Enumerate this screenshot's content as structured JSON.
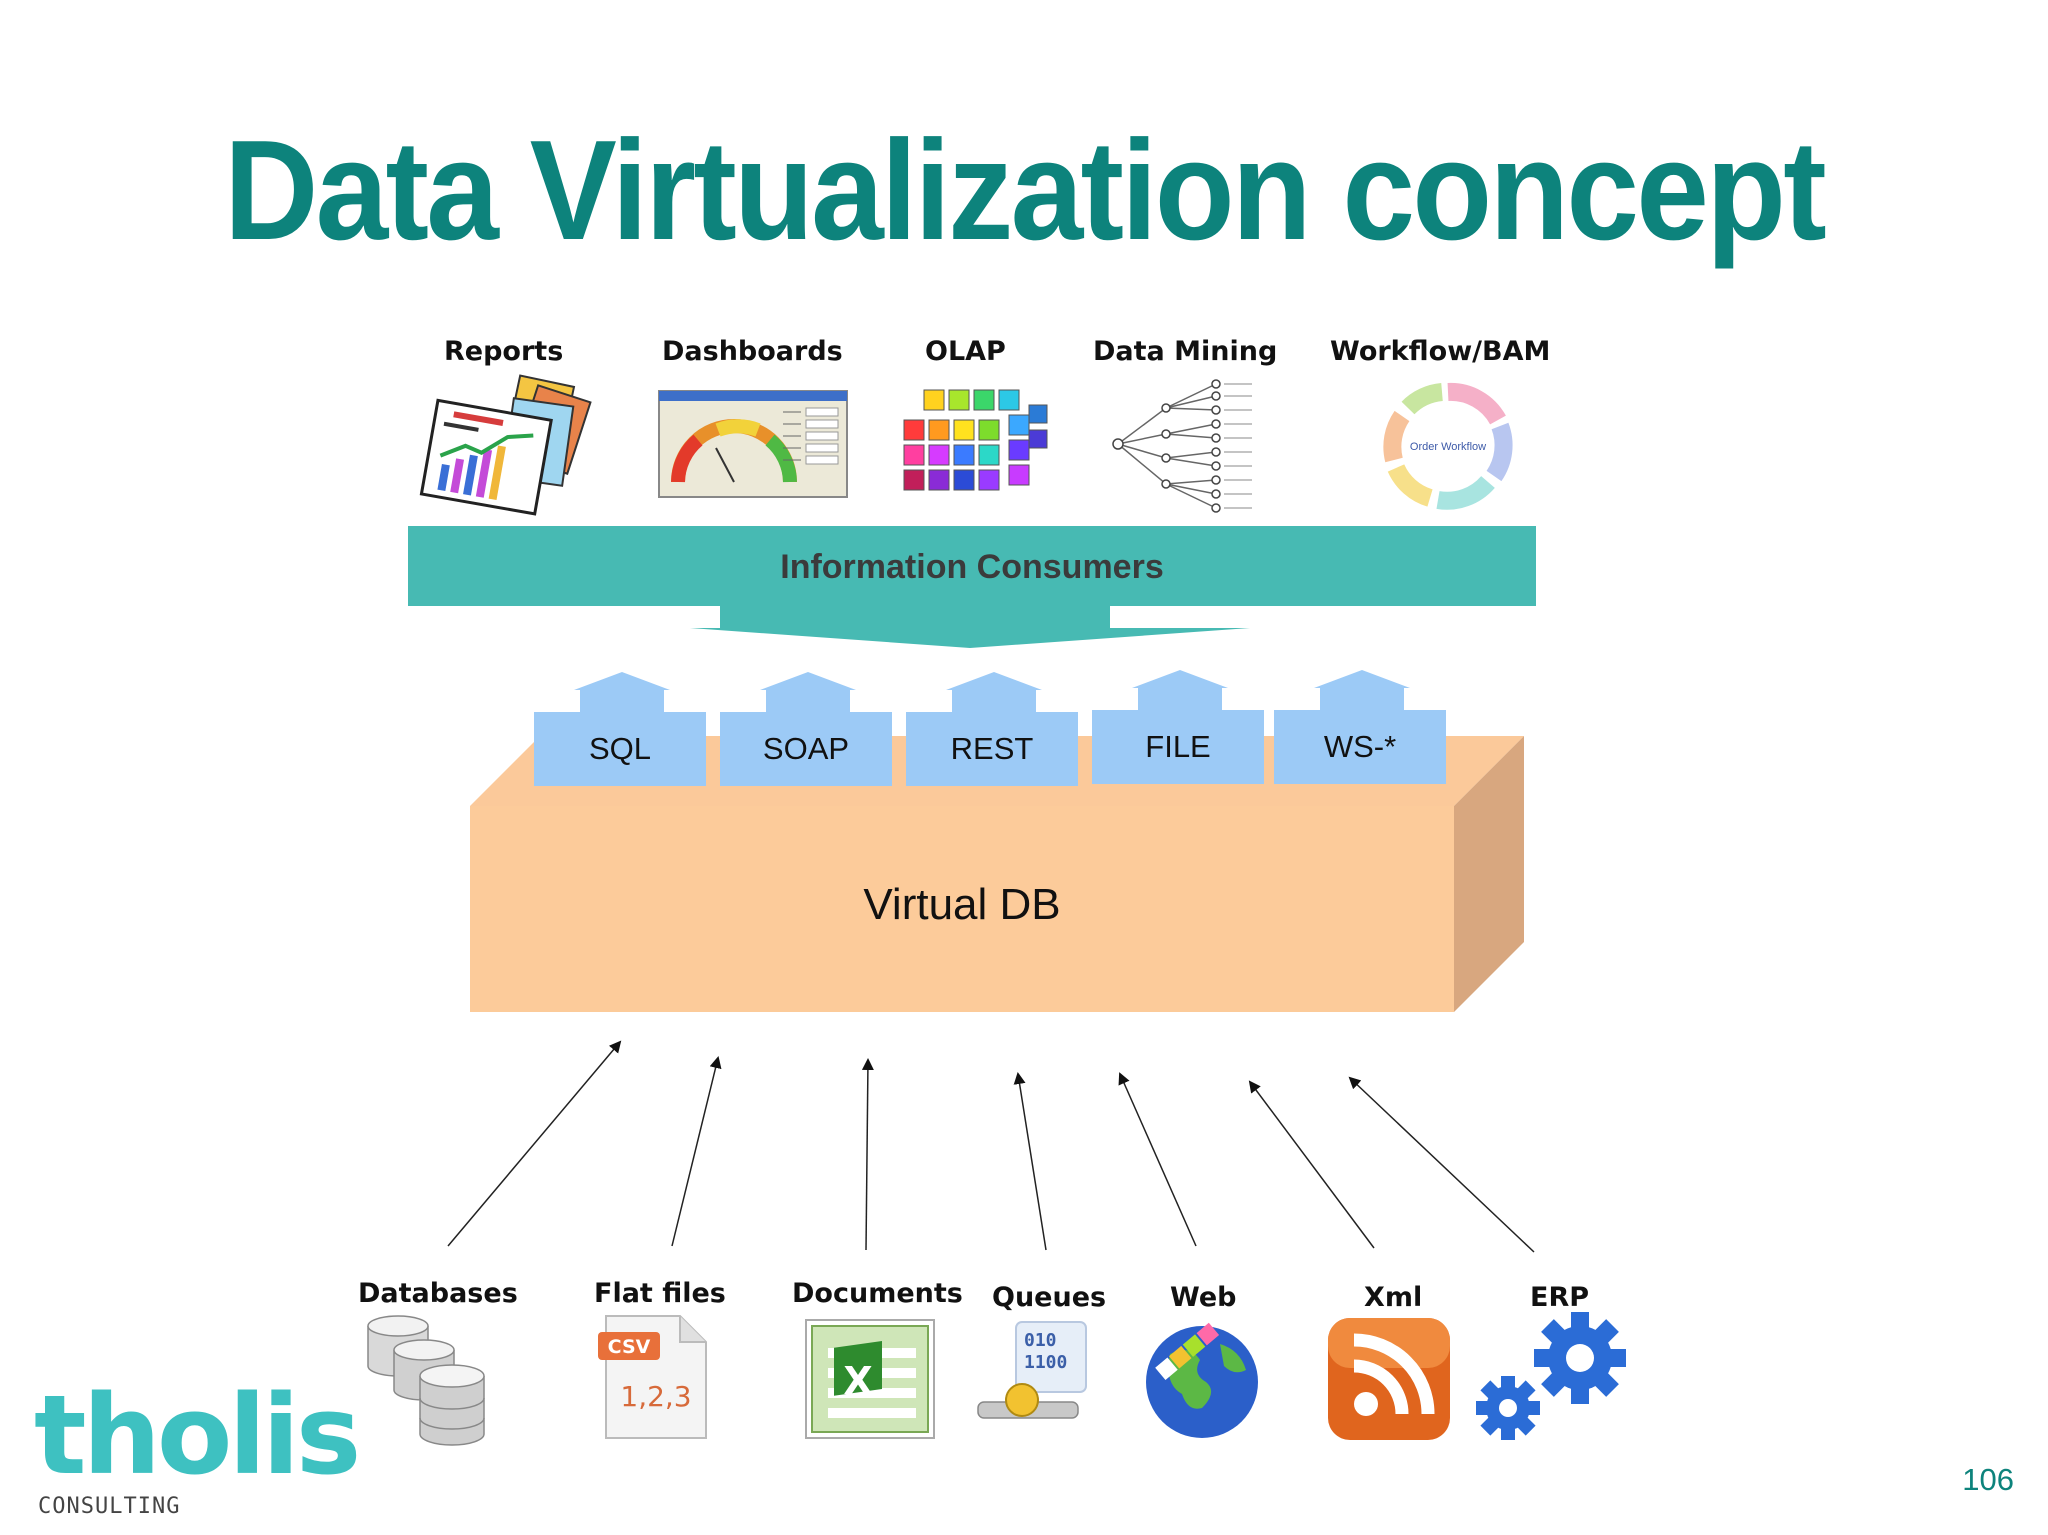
{
  "title": "Data Virtualization concept",
  "consumers": {
    "items": [
      {
        "label": "Reports",
        "icon": "reports-icon"
      },
      {
        "label": "Dashboards",
        "icon": "dashboard-gauge-icon"
      },
      {
        "label": "OLAP",
        "icon": "olap-cube-icon"
      },
      {
        "label": "Data Mining",
        "icon": "decision-tree-icon"
      },
      {
        "label": "Workflow/BAM",
        "icon": "workflow-cycle-icon"
      }
    ],
    "banner_label": "Information Consumers",
    "workflow_center": "Order Workflow"
  },
  "protocols": [
    "SQL",
    "SOAP",
    "REST",
    "FILE",
    "WS-*"
  ],
  "virtual_db_label": "Virtual DB",
  "sources": {
    "items": [
      {
        "label": "Databases",
        "icon": "database-stack-icon"
      },
      {
        "label": "Flat files",
        "icon": "csv-file-icon"
      },
      {
        "label": "Documents",
        "icon": "excel-document-icon"
      },
      {
        "label": "Queues",
        "icon": "queue-icon"
      },
      {
        "label": "Web",
        "icon": "globe-icon"
      },
      {
        "label": "Xml",
        "icon": "rss-feed-icon"
      },
      {
        "label": "ERP",
        "icon": "gears-icon"
      }
    ],
    "csv_badge": "CSV",
    "csv_values": "1,2,3",
    "queue_bits": [
      "010",
      "1100"
    ]
  },
  "logo": {
    "name": "tholis",
    "sub": "CONSULTING"
  },
  "page_number": "106",
  "colors": {
    "title": "#0d837c",
    "banner": "#47bab3",
    "protocol_box": "#9ccaf6",
    "virtual_db_front": "#fccb9a",
    "virtual_db_side": "#d8a77f",
    "logo": "#3ec1c1"
  }
}
